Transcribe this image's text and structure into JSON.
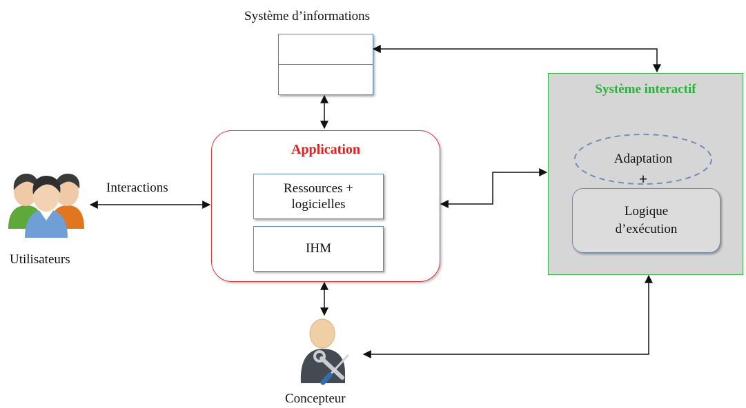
{
  "labels": {
    "info_system": "Système d’informations",
    "users": "Utilisateurs",
    "interactions": "Interactions",
    "designer": "Concepteur"
  },
  "application": {
    "title": "Application",
    "resources_line1": "Ressources +",
    "resources_line2": "logicielles",
    "hci": "IHM"
  },
  "interactive_system": {
    "title": "Système interactif",
    "adaptation": "Adaptation",
    "plus": "+",
    "logic_line1": "Logique",
    "logic_line2": "d’exécution"
  },
  "colors": {
    "application_border": "#e8363a",
    "application_title": "#e02020",
    "interactive_border": "#3fb84a",
    "interactive_title": "#2eae3a",
    "box_border": "#5b86b8",
    "arrow": "#111111"
  },
  "icons": {
    "users": "users-group-icon",
    "designer": "developer-tools-icon"
  }
}
